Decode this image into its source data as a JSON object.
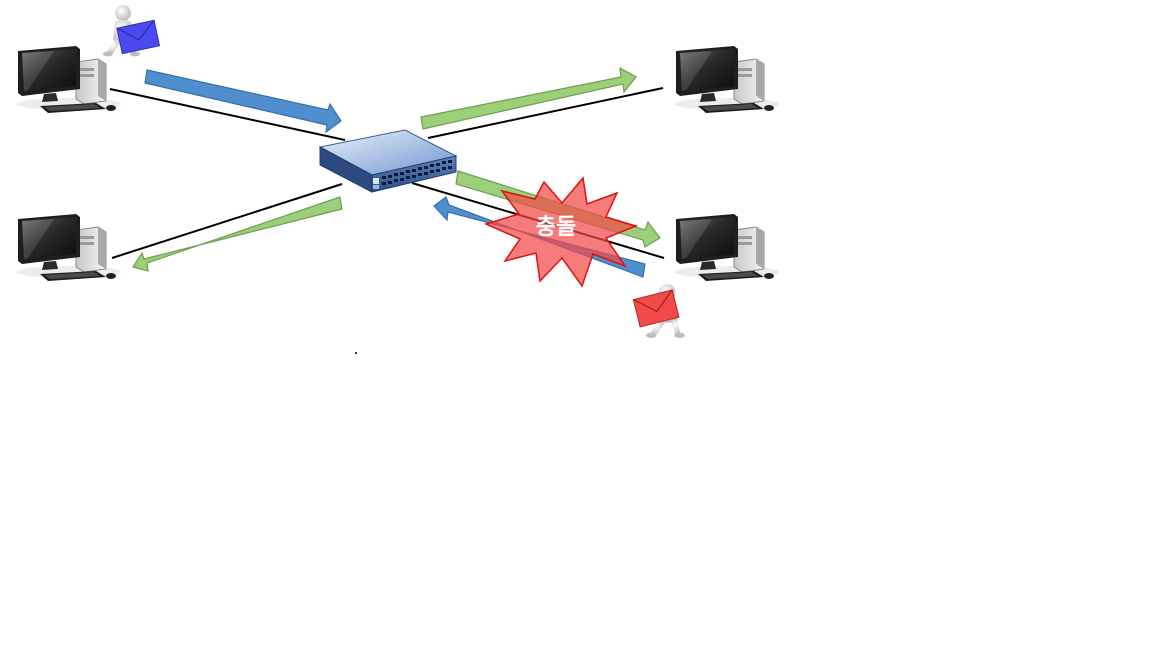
{
  "diagram": {
    "nodes": [
      {
        "id": "pc-top-left",
        "kind": "desktop-computer"
      },
      {
        "id": "pc-bottom-left",
        "kind": "desktop-computer"
      },
      {
        "id": "pc-top-right",
        "kind": "desktop-computer"
      },
      {
        "id": "pc-bottom-right",
        "kind": "desktop-computer"
      },
      {
        "id": "network-switch",
        "kind": "switch"
      }
    ],
    "links": [
      {
        "from": "pc-top-left",
        "to": "network-switch"
      },
      {
        "from": "pc-bottom-left",
        "to": "network-switch"
      },
      {
        "from": "pc-top-right",
        "to": "network-switch"
      },
      {
        "from": "pc-bottom-right",
        "to": "network-switch"
      }
    ],
    "flows": [
      {
        "from": "pc-top-left",
        "to": "network-switch",
        "color": "blue"
      },
      {
        "from": "network-switch",
        "to": "pc-top-right",
        "color": "green"
      },
      {
        "from": "network-switch",
        "to": "pc-bottom-left",
        "color": "green"
      },
      {
        "from": "network-switch",
        "to": "pc-bottom-right",
        "color": "green"
      },
      {
        "from": "pc-bottom-right",
        "to": "network-switch",
        "color": "blue"
      }
    ],
    "senders": [
      {
        "at": "pc-top-left",
        "envelope_color": "#4a4af0"
      },
      {
        "at": "pc-bottom-right",
        "envelope_color": "#f04a4a"
      }
    ],
    "collision": {
      "label": "충돌",
      "fill": "#f24a4a",
      "stroke": "#e01010"
    }
  },
  "colors": {
    "blue_arrow": "#4f8fcf",
    "blue_arrow_stroke": "#3a6fa8",
    "green_arrow": "#9ccf7a",
    "green_arrow_stroke": "#6f9f4f",
    "link_line": "#000000"
  }
}
